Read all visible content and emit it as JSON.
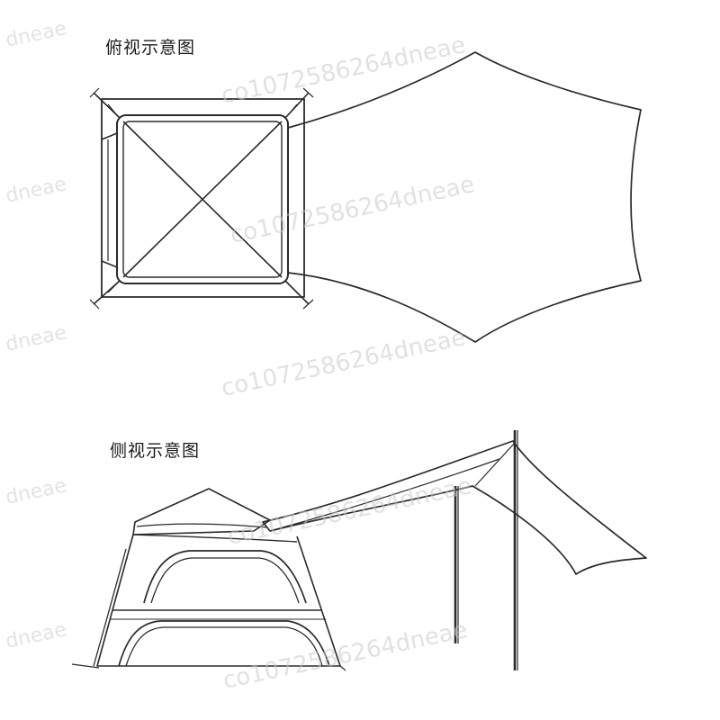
{
  "labels": {
    "top_view": "俯视示意图",
    "side_view": "侧视示意图"
  },
  "watermarks": {
    "code": "co1072586264dneae",
    "short": "dneae"
  },
  "colors": {
    "line": "#2a2a2a",
    "background": "#ffffff",
    "watermark": "#c9c9c9"
  }
}
